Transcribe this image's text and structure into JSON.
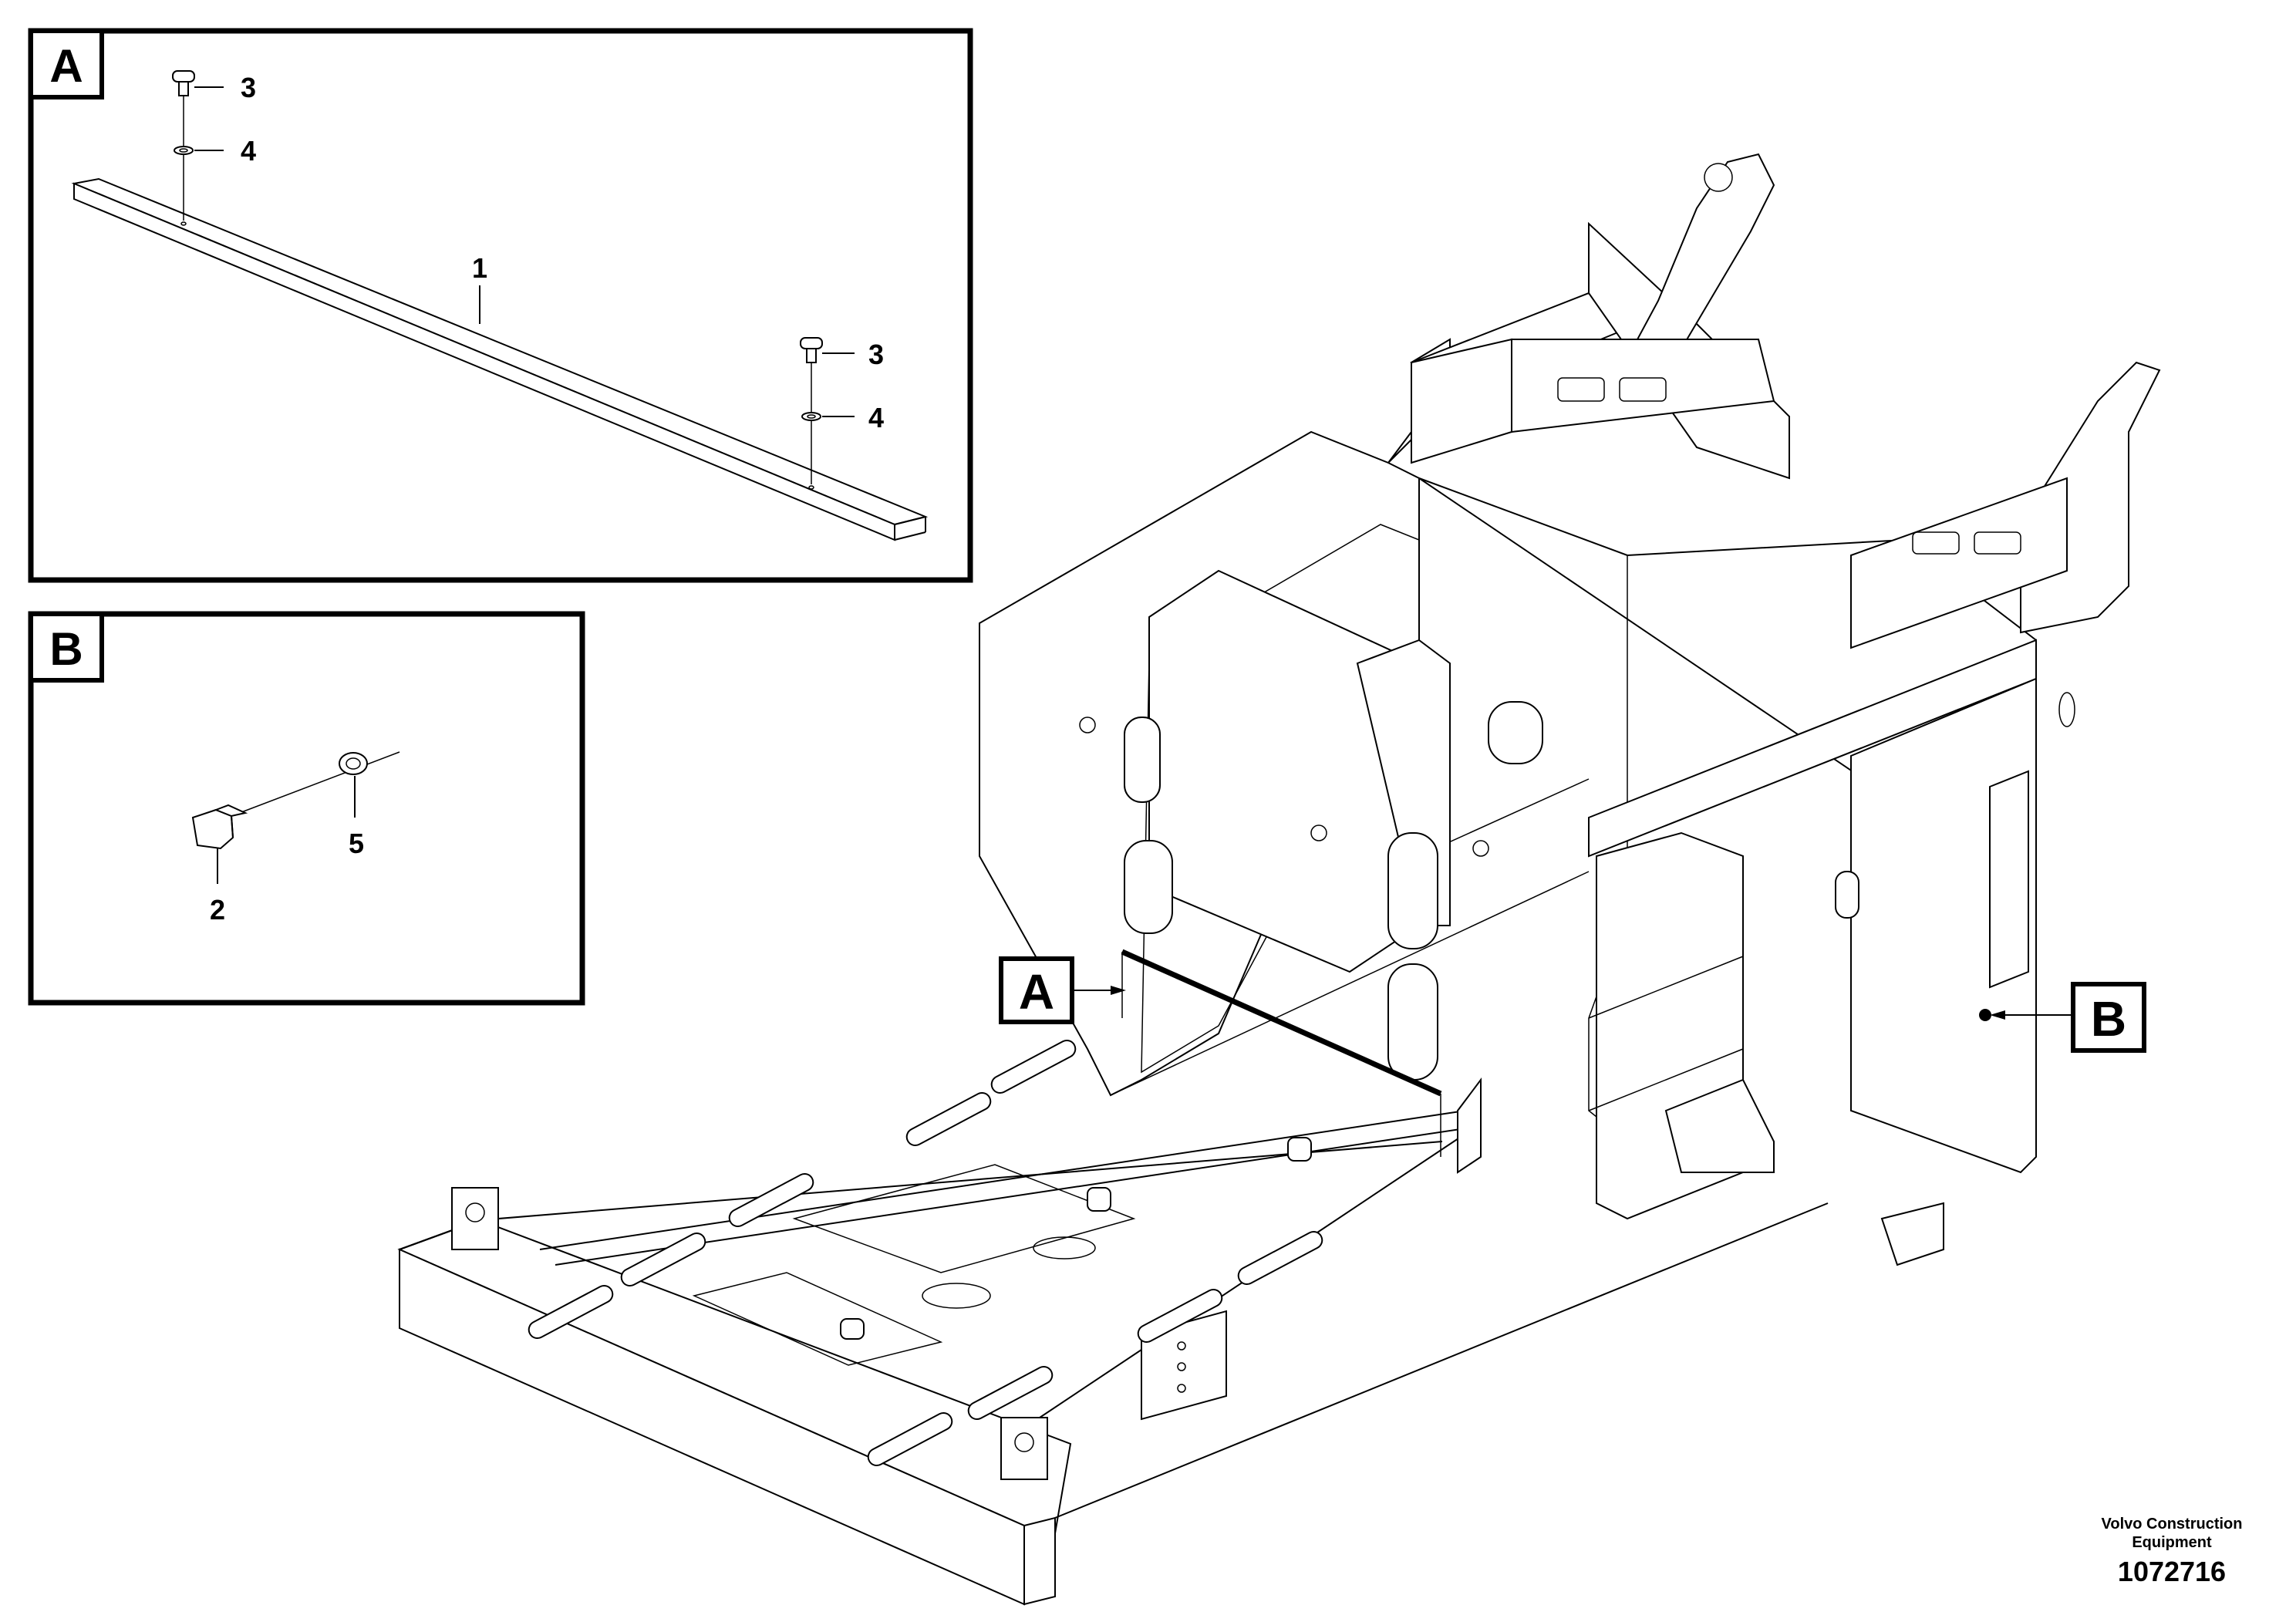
{
  "detail_a": {
    "letter": "A",
    "callouts": {
      "flat_bar": "1",
      "screw_1": "3",
      "washer_1": "4",
      "screw_2": "3",
      "washer_2": "4"
    }
  },
  "detail_b": {
    "letter": "B",
    "callouts": {
      "plug": "2",
      "washer": "5"
    }
  },
  "main_view": {
    "ref_a": "A",
    "ref_b": "B"
  },
  "footer": {
    "company_line1": "Volvo Construction",
    "company_line2": "Equipment",
    "drawing_number": "1072716"
  }
}
